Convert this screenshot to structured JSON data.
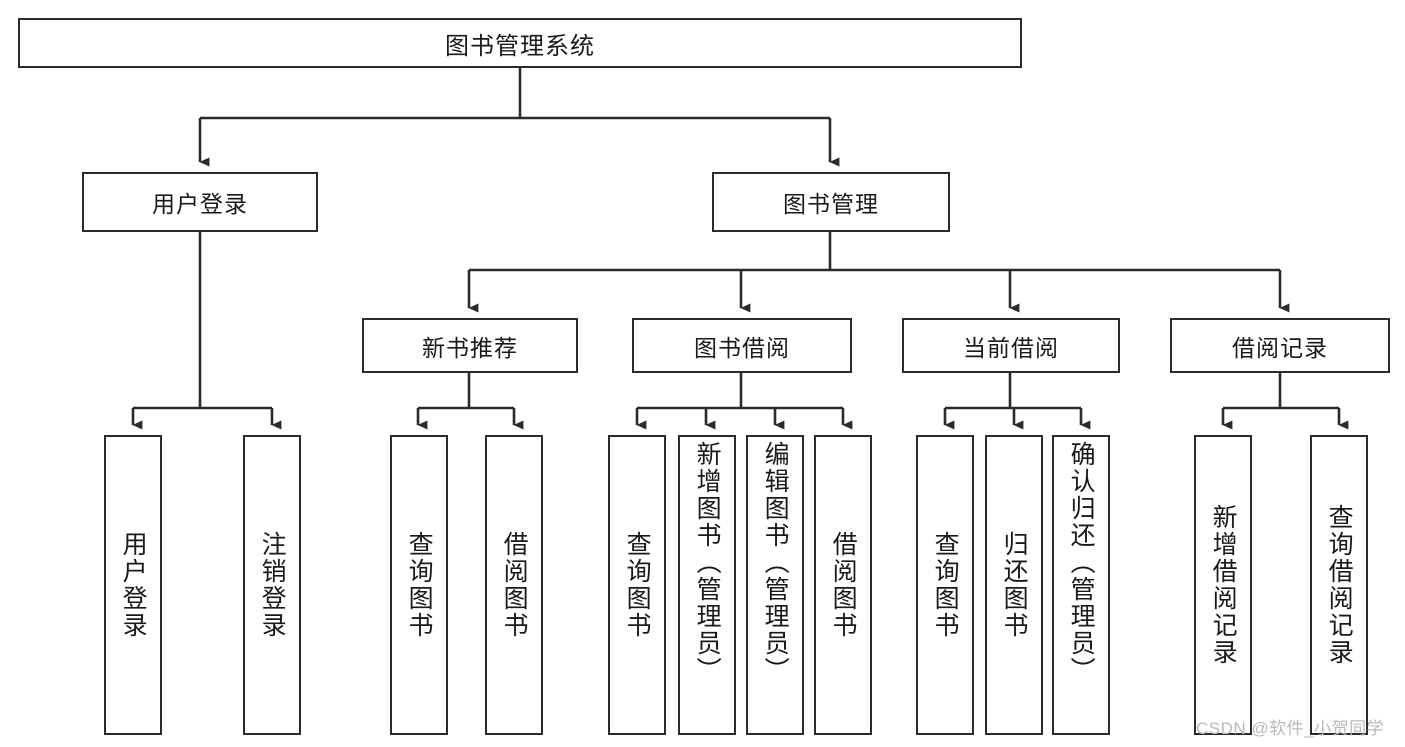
{
  "diagram": {
    "type": "tree-hierarchy",
    "title": "图书管理系统",
    "watermark": "CSDN @软件_小贺同学",
    "colors": {
      "stroke": "#2b2b2b",
      "fill": "#ffffff",
      "text": "#1a1a1a",
      "watermark": "#b9b9b9"
    },
    "levels": {
      "root": {
        "label": "图书管理系统"
      },
      "level2": [
        {
          "label": "用户登录"
        },
        {
          "label": "图书管理"
        }
      ],
      "level3": [
        {
          "label": "新书推荐"
        },
        {
          "label": "图书借阅"
        },
        {
          "label": "当前借阅"
        },
        {
          "label": "借阅记录"
        }
      ]
    },
    "leaves": {
      "user_login": [
        {
          "label": "用户登录"
        },
        {
          "label": "注销登录"
        }
      ],
      "new_book_recommend": [
        {
          "label": "查询图书"
        },
        {
          "label": "借阅图书"
        }
      ],
      "book_borrow": [
        {
          "label": "查询图书"
        },
        {
          "label": "新增图书（管理员）"
        },
        {
          "label": "编辑图书（管理员）"
        },
        {
          "label": "借阅图书"
        }
      ],
      "current_borrow": [
        {
          "label": "查询图书"
        },
        {
          "label": "归还图书"
        },
        {
          "label": "确认归还（管理员）"
        }
      ],
      "borrow_record": [
        {
          "label": "新增借阅记录"
        },
        {
          "label": "查询借阅记录"
        }
      ]
    }
  }
}
